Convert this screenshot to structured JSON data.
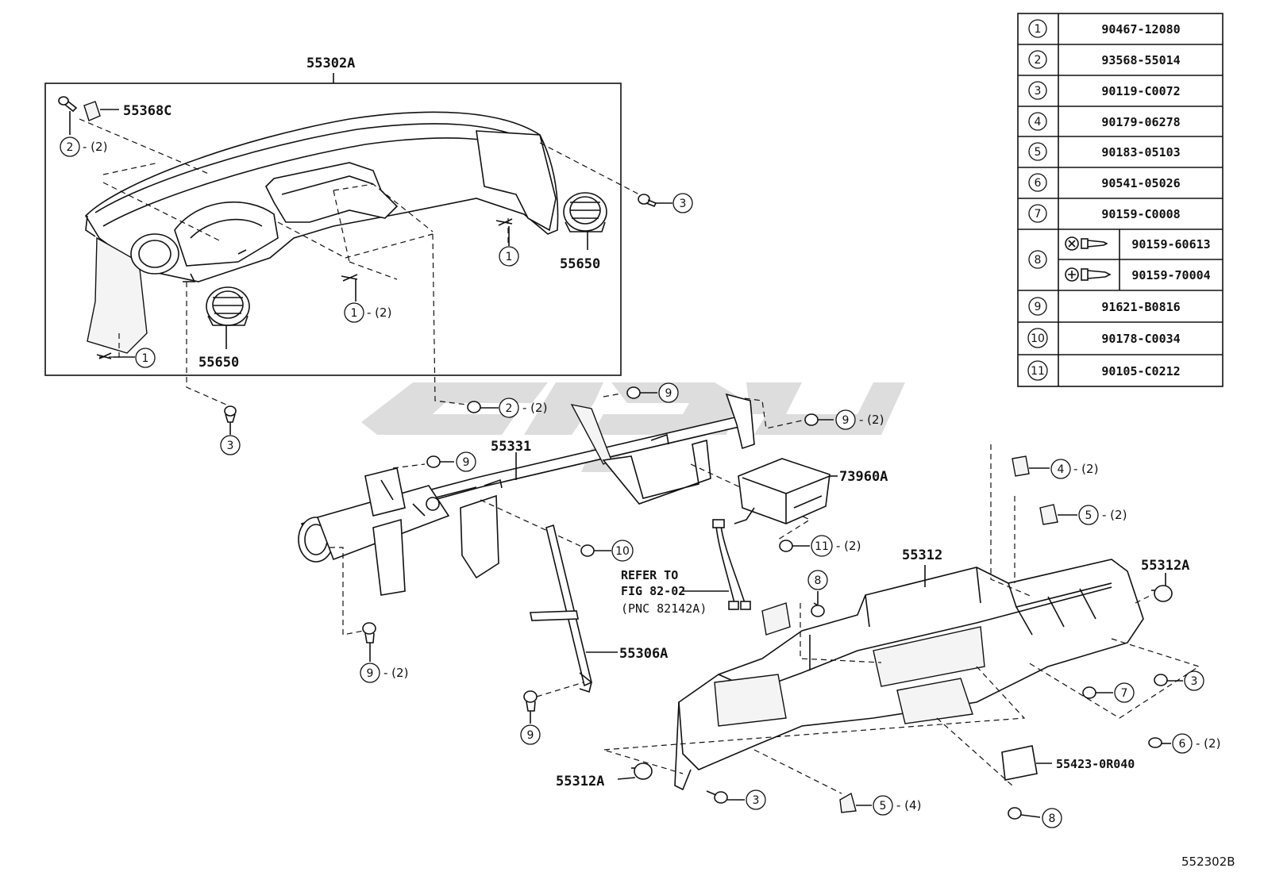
{
  "legend": {
    "rows": [
      {
        "no": "1",
        "part": "90467-12080"
      },
      {
        "no": "2",
        "part": "93568-55014"
      },
      {
        "no": "3",
        "part": "90119-C0072"
      },
      {
        "no": "4",
        "part": "90179-06278"
      },
      {
        "no": "5",
        "part": "90183-05103"
      },
      {
        "no": "6",
        "part": "90541-05026"
      },
      {
        "no": "7",
        "part": "90159-C0008"
      },
      {
        "no": "8",
        "part_a": "90159-60613",
        "part_b": "90159-70004"
      },
      {
        "no": "9",
        "part": "91621-B0816"
      },
      {
        "no": "10",
        "part": "90178-C0034"
      },
      {
        "no": "11",
        "part": "90105-C0212"
      }
    ]
  },
  "labels": {
    "p55302A": "55302A",
    "p55368C": "55368C",
    "p55650_right": "55650",
    "p55650_left": "55650",
    "p55331": "55331",
    "p73960A": "73960A",
    "p55312": "55312",
    "p55312A_right": "55312A",
    "p55312A_left": "55312A",
    "p55306A": "55306A",
    "p55423": "55423-0R040",
    "refer_line1": "REFER TO",
    "refer_line2": "FIG 82-02",
    "refer_line3": "(PNC 82142A)",
    "figure_code": "552302B"
  },
  "callouts": [
    {
      "num": "2",
      "qty": "- (2)"
    },
    {
      "num": "3",
      "qty": ""
    },
    {
      "num": "1",
      "qty": ""
    },
    {
      "num": "1",
      "qty": "- (2)"
    },
    {
      "num": "1",
      "qty": ""
    },
    {
      "num": "3",
      "qty": ""
    },
    {
      "num": "2",
      "qty": "- (2)"
    },
    {
      "num": "9",
      "qty": ""
    },
    {
      "num": "9",
      "qty": "- (2)"
    },
    {
      "num": "9",
      "qty": ""
    },
    {
      "num": "10",
      "qty": ""
    },
    {
      "num": "11",
      "qty": "- (2)"
    },
    {
      "num": "9",
      "qty": "- (2)"
    },
    {
      "num": "9",
      "qty": ""
    },
    {
      "num": "4",
      "qty": "- (2)"
    },
    {
      "num": "5",
      "qty": "- (2)"
    },
    {
      "num": "8",
      "qty": ""
    },
    {
      "num": "3",
      "qty": ""
    },
    {
      "num": "7",
      "qty": ""
    },
    {
      "num": "6",
      "qty": "- (2)"
    },
    {
      "num": "3",
      "qty": ""
    },
    {
      "num": "5",
      "qty": "- (4)"
    },
    {
      "num": "8",
      "qty": ""
    }
  ],
  "colors": {
    "line": "#111111",
    "watermark": "#d0d0d0",
    "background": "#ffffff"
  }
}
